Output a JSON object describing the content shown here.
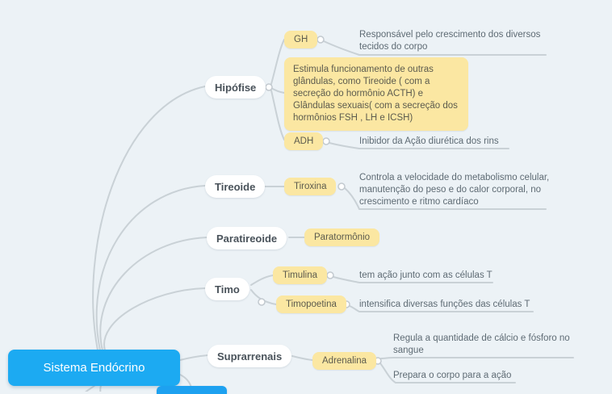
{
  "colors": {
    "background": "#ecf2f6",
    "root_blue": "#1caaf2",
    "topic_white": "#ffffff",
    "subtopic_yellow": "#fbe7a2",
    "connector_gray": "#c9d1d6",
    "note_text": "#5e6b74"
  },
  "root": {
    "label": "Sistema Endócrino"
  },
  "branches": [
    {
      "label": "Hipófise",
      "children": [
        {
          "label": "GH",
          "children": [
            {
              "label": "Responsável pelo crescimento dos diversos tecidos do corpo"
            }
          ]
        },
        {
          "label": "Estimula funcionamento de outras glândulas, como Tireoide ( com a secreção do hormônio ACTH) e Glândulas sexuais( com a secreção dos hormônios FSH , LH e ICSH)"
        },
        {
          "label": "ADH",
          "children": [
            {
              "label": "Inibidor da Ação diurética dos rins"
            }
          ]
        }
      ]
    },
    {
      "label": "Tireoide",
      "children": [
        {
          "label": "Tiroxina",
          "children": [
            {
              "label": "Controla a velocidade do metabolismo celular, manutenção do peso e do calor corporal, no crescimento e ritmo cardíaco"
            }
          ]
        }
      ]
    },
    {
      "label": "Paratireoide",
      "children": [
        {
          "label": "Paratormônio"
        }
      ]
    },
    {
      "label": "Timo",
      "children": [
        {
          "label": "Timulina",
          "children": [
            {
              "label": "tem ação junto com as células T"
            }
          ]
        },
        {
          "label": "Timopoetina",
          "children": [
            {
              "label": "intensifica diversas funções das células T"
            }
          ]
        }
      ]
    },
    {
      "label": "Suprarrenais",
      "children": [
        {
          "label": "Adrenalina",
          "children": [
            {
              "label": "Regula a quantidade de cálcio e fósforo no sangue"
            },
            {
              "label": "Prepara o corpo para a ação"
            }
          ]
        }
      ]
    }
  ]
}
